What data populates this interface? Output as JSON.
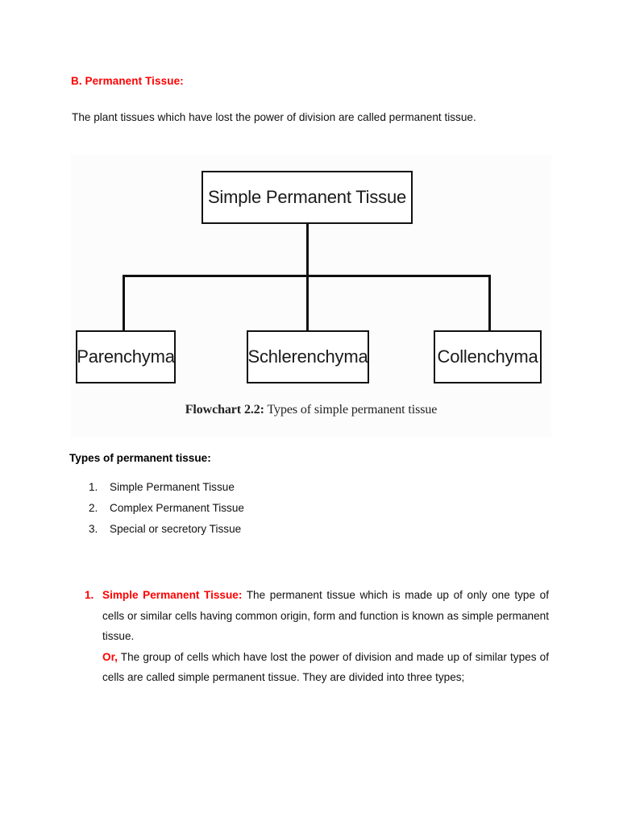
{
  "document": {
    "section_heading": "B. Permanent Tissue:",
    "intro_paragraph": "The plant tissues which have lost the power of division are called permanent tissue.",
    "types_heading": "Types of permanent tissue:",
    "types_list": [
      {
        "number": "1.",
        "label": "Simple Permanent Tissue"
      },
      {
        "number": "2.",
        "label": "Complex Permanent Tissue"
      },
      {
        "number": "3.",
        "label": "Special or secretory Tissue"
      }
    ],
    "definition": {
      "number": "1.",
      "term": "Simple Permanent Tissue:",
      "text": "The permanent tissue which is made up of only one type of cells or similar cells having common origin, form and function is known as simple permanent tissue.",
      "or_label": "Or,",
      "alt_text": "The group of cells which have lost the power of division and made up of similar types of cells are called simple permanent tissue. They are divided into three types;"
    }
  },
  "figure": {
    "root_box": "Simple Permanent Tissue",
    "child_boxes": [
      "Parenchyma",
      "Schlerenchyma",
      "Collenchyma"
    ],
    "caption_label": "Flowchart 2.2:",
    "caption_text": "Types of simple permanent tissue"
  },
  "colors": {
    "accent_red": "#ff0000",
    "body_text": "#111111",
    "figure_background": "#fcfcfc",
    "line": "#111111"
  }
}
